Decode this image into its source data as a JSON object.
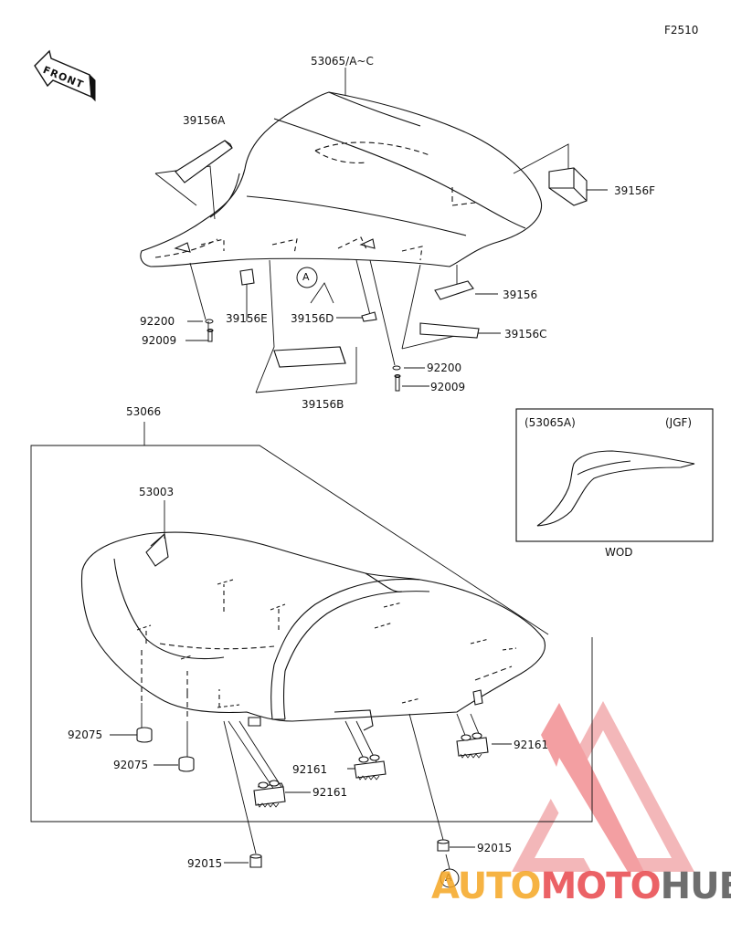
{
  "diagram_code": "F2510",
  "front_label": "FRONT",
  "parts": {
    "p53065": "53065/A~C",
    "p39156A": "39156A",
    "p39156F": "39156F",
    "p39156": "39156",
    "p39156C": "39156C",
    "p39156E": "39156E",
    "p39156D": "39156D",
    "p39156B": "39156B",
    "p92200_left": "92200",
    "p92009_left": "92009",
    "p92200_right": "92200",
    "p92009_right": "92009",
    "p53066": "53066",
    "p53003": "53003",
    "p92075_top": "92075",
    "p92075_bottom": "92075",
    "p92161_center": "92161",
    "p92161_right": "92161",
    "p92161_bottom": "92161",
    "p92015_left": "92015",
    "p92015_right": "92015"
  },
  "callouts": {
    "ref_a_top": "A",
    "ref_a_bottom": "A"
  },
  "inset": {
    "left_label": "(53065A)",
    "right_label": "(JGF)",
    "caption": "WOD"
  },
  "watermark": {
    "part1": "AUTO",
    "part2": "MOTO",
    "part3": "HUB",
    "color_orange": "#f5a623",
    "color_red": "#e8474c",
    "color_gray": "#555555"
  }
}
